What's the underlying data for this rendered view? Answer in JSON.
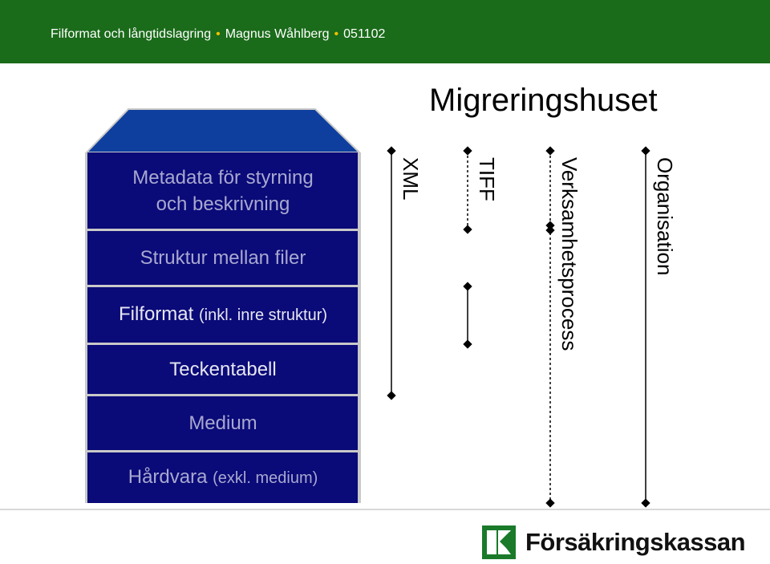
{
  "header": {
    "part1": "Filformat och långtidslagring",
    "part2": "Magnus Wåhlberg",
    "part3": "051102"
  },
  "title": "Migreringshuset",
  "house": {
    "layers": [
      {
        "lines": [
          "Metadata för styrning",
          "och beskrivning"
        ]
      },
      {
        "lines": [
          "Struktur mellan filer"
        ]
      },
      {
        "main": "Filformat",
        "small": "(inkl. inre struktur)"
      },
      {
        "lines": [
          "Teckentabell"
        ]
      },
      {
        "lines": [
          "Medium"
        ]
      },
      {
        "main": "Hårdvara",
        "small": "(exkl. medium)"
      }
    ]
  },
  "scopes": [
    {
      "label": "XML"
    },
    {
      "label": "TIFF"
    },
    {
      "label": "Verksamhetsprocess"
    },
    {
      "label": "Organisation"
    }
  ],
  "logo": {
    "text": "Försäkringskassan"
  },
  "colors": {
    "header_bg": "#1a6b1a",
    "bullet": "#f0c000",
    "house_fill": "#0a0a78",
    "roof_fill": "#0e3f9e",
    "logo_green": "#1a7a2a"
  }
}
